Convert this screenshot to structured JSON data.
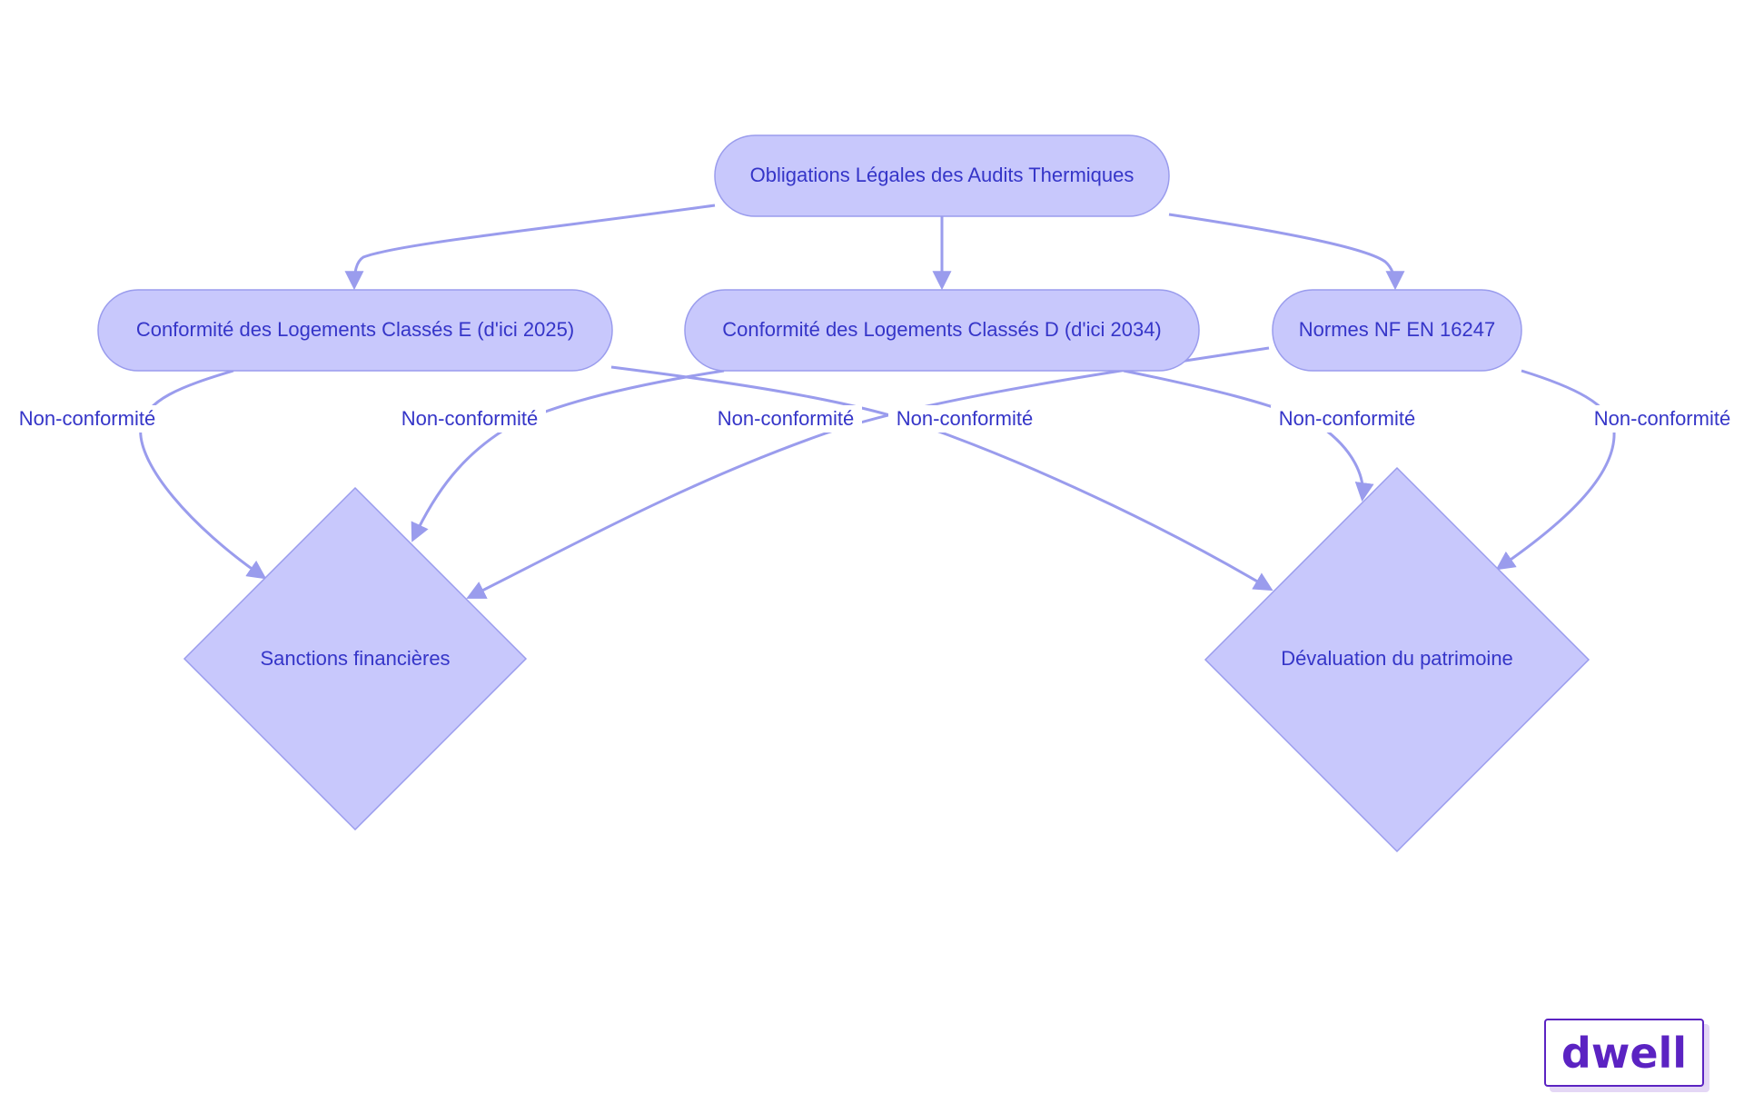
{
  "nodes": {
    "root": "Obligations Légales des Audits Thermiques",
    "class_e": "Conformité des Logements Classés E (d'ici 2025)",
    "class_d": "Conformité des Logements Classés D (d'ici 2034)",
    "norms": "Normes NF EN 16247",
    "sanctions": "Sanctions financières",
    "devaluation": "Dévaluation du patrimoine"
  },
  "edges": {
    "e_to_sanctions": "Non-conformité",
    "d_to_sanctions": "Non-conformité",
    "e_to_devaluation": "Non-conformité",
    "norms_to_sanctions": "Non-conformité",
    "d_to_devaluation": "Non-conformité",
    "norms_to_devaluation": "Non-conformité"
  },
  "logo": {
    "text": "dwell"
  },
  "colors": {
    "node_fill": "#c8c8fc",
    "node_stroke": "#9a9ced",
    "text": "#3535c8",
    "logo": "#5b23c2"
  }
}
